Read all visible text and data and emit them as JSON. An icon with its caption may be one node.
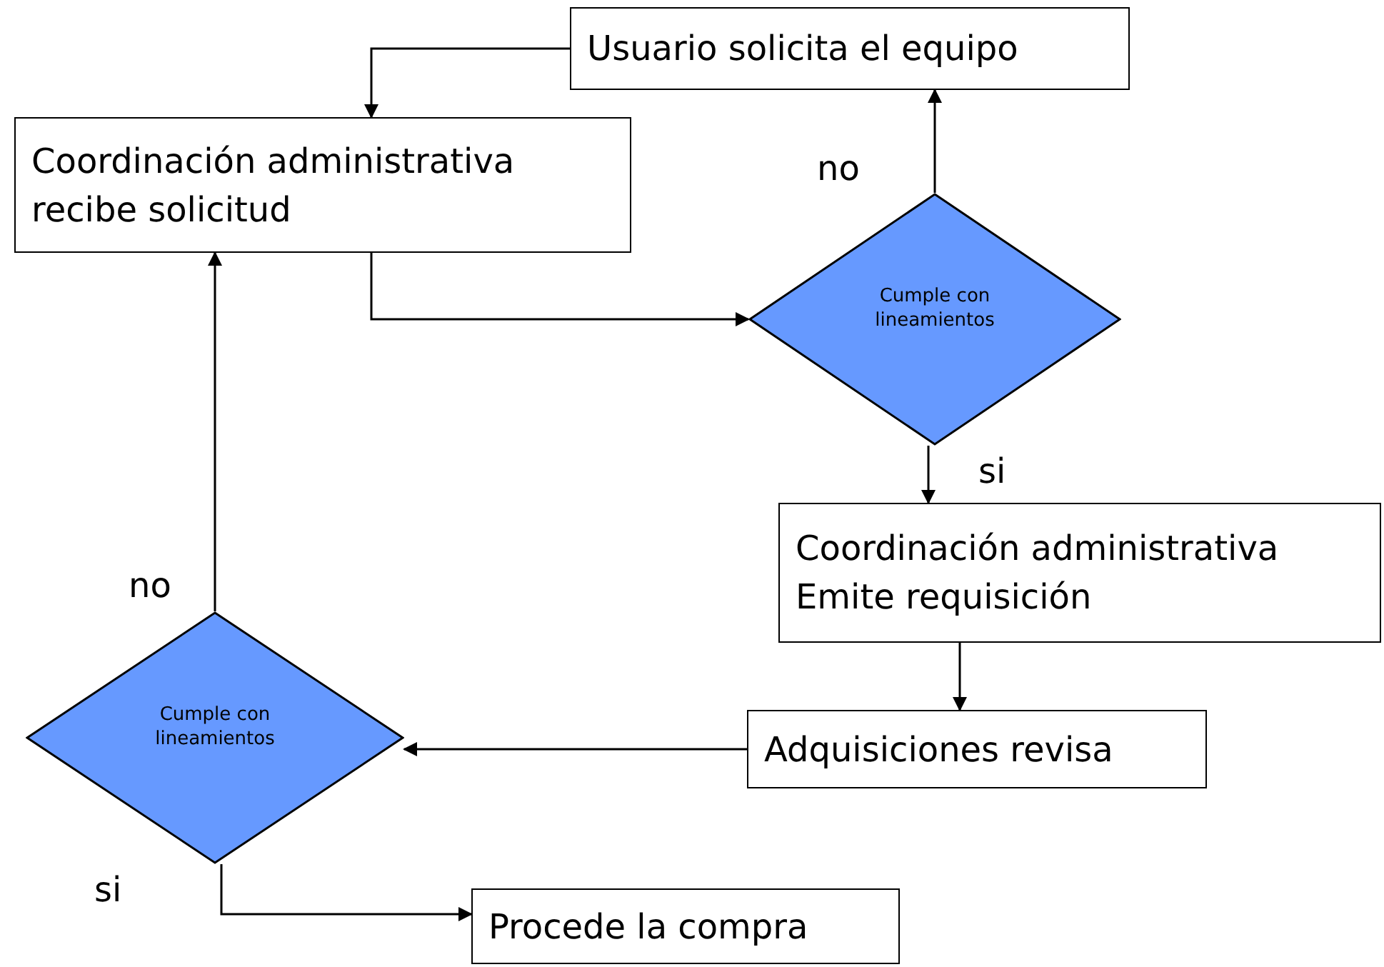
{
  "diagram": {
    "nodes": [
      {
        "text": [
          "Usuario solicita el equipo"
        ]
      },
      {
        "text": [
          "Coordinación administrativa recibe solicitud"
        ]
      },
      {
        "text": [
          "Cumple con lineamientos"
        ]
      },
      {
        "text": [
          "Coordinación administrativa Emite requisición"
        ]
      },
      {
        "text": [
          "Adquisiciones revisa"
        ]
      },
      {
        "text": [
          "Cumple con lineamientos"
        ]
      },
      {
        "text": [
          "Procede la compra"
        ]
      }
    ],
    "edges": [
      {
        "from": 0,
        "to": 1,
        "arrow": "to"
      },
      {
        "from": 1,
        "to": 2,
        "arrow": "to"
      },
      {
        "from": 2,
        "to": 0,
        "arrow": "to",
        "label": "no"
      },
      {
        "from": 2,
        "to": 3,
        "arrow": "to",
        "label": "si"
      },
      {
        "from": 3,
        "to": 4,
        "arrow": "to"
      },
      {
        "from": 4,
        "to": 5,
        "arrow": "to"
      },
      {
        "from": 5,
        "to": 1,
        "arrow": "to",
        "label": "no"
      },
      {
        "from": 5,
        "to": 6,
        "arrow": "to",
        "label": "si"
      }
    ]
  }
}
